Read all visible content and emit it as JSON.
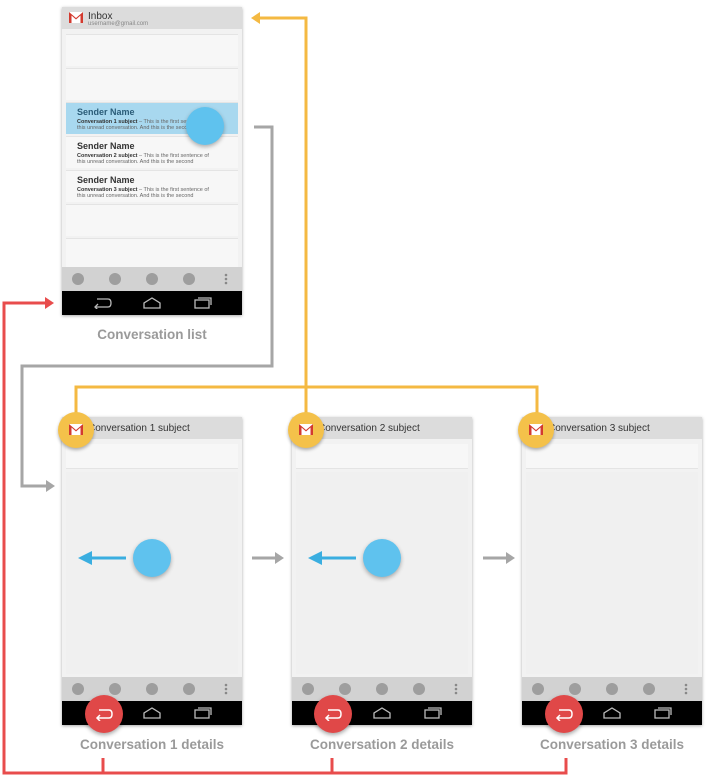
{
  "list_screen": {
    "title": "Inbox",
    "account": "username@gmail.com",
    "rows": [
      {
        "sender": "Sender Name",
        "subject": "Conversation 1 subject",
        "snippet": "This is the first sentence of this unread conversation. And this is the second"
      },
      {
        "sender": "Sender Name",
        "subject": "Conversation 2 subject",
        "snippet": "This is the first sentence of this unread conversation. And this is the second"
      },
      {
        "sender": "Sender Name",
        "subject": "Conversation 3 subject",
        "snippet": "This is the first sentence of this unread conversation. And this is the second"
      }
    ],
    "caption": "Conversation list"
  },
  "detail_screens": [
    {
      "title": "Conversation 1 subject",
      "caption": "Conversation 1 details"
    },
    {
      "title": "Conversation 2 subject",
      "caption": "Conversation 2 details"
    },
    {
      "title": "Conversation 3 subject",
      "caption": "Conversation 3 details"
    }
  ],
  "colors": {
    "up_navigation": "#f4b942",
    "back_navigation": "#e84c4c",
    "touch": "#5fc2ee",
    "flow_arrow": "#a6a6a6",
    "selected_row": "#a8d8ef"
  },
  "icons": {
    "app": "gmail-envelope-icon",
    "back": "back-arrow-icon",
    "home": "home-icon",
    "recents": "recents-icon",
    "overflow": "overflow-menu-icon",
    "swipe": "swipe-left-arrow-icon"
  }
}
